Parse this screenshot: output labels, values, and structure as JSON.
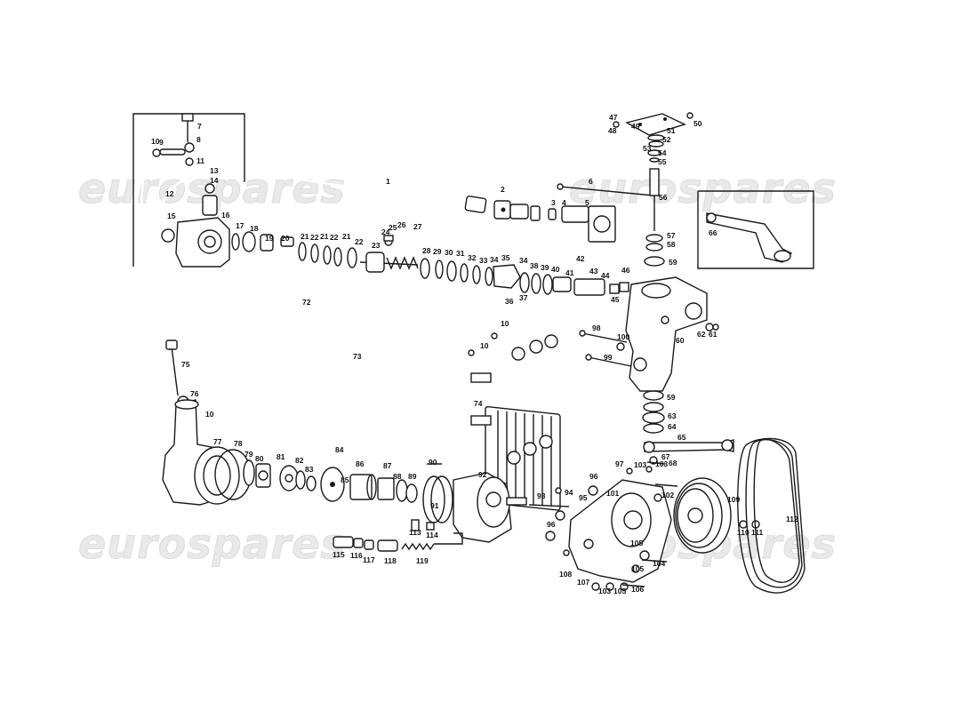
{
  "watermark": {
    "text": "eurospares"
  },
  "part_labels": [
    {
      "n": "1"
    },
    {
      "n": "2"
    },
    {
      "n": "3"
    },
    {
      "n": "4"
    },
    {
      "n": "5"
    },
    {
      "n": "6"
    },
    {
      "n": "7"
    },
    {
      "n": "8"
    },
    {
      "n": "9"
    },
    {
      "n": "10"
    },
    {
      "n": "11"
    },
    {
      "n": "12"
    },
    {
      "n": "13"
    },
    {
      "n": "14"
    },
    {
      "n": "15"
    },
    {
      "n": "16"
    },
    {
      "n": "17"
    },
    {
      "n": "18"
    },
    {
      "n": "19"
    },
    {
      "n": "20"
    },
    {
      "n": "21"
    },
    {
      "n": "22"
    },
    {
      "n": "23"
    },
    {
      "n": "24"
    },
    {
      "n": "25"
    },
    {
      "n": "26"
    },
    {
      "n": "27"
    },
    {
      "n": "28"
    },
    {
      "n": "29"
    },
    {
      "n": "30"
    },
    {
      "n": "31"
    },
    {
      "n": "32"
    },
    {
      "n": "33"
    },
    {
      "n": "34"
    },
    {
      "n": "35"
    },
    {
      "n": "36"
    },
    {
      "n": "37"
    },
    {
      "n": "38"
    },
    {
      "n": "39"
    },
    {
      "n": "40"
    },
    {
      "n": "41"
    },
    {
      "n": "42"
    },
    {
      "n": "43"
    },
    {
      "n": "44"
    },
    {
      "n": "45"
    },
    {
      "n": "46"
    },
    {
      "n": "47"
    },
    {
      "n": "48"
    },
    {
      "n": "49"
    },
    {
      "n": "50"
    },
    {
      "n": "51"
    },
    {
      "n": "52"
    },
    {
      "n": "53"
    },
    {
      "n": "54"
    },
    {
      "n": "55"
    },
    {
      "n": "56"
    },
    {
      "n": "57"
    },
    {
      "n": "58"
    },
    {
      "n": "59"
    },
    {
      "n": "60"
    },
    {
      "n": "61"
    },
    {
      "n": "62"
    },
    {
      "n": "63"
    },
    {
      "n": "64"
    },
    {
      "n": "65"
    },
    {
      "n": "66"
    },
    {
      "n": "67"
    },
    {
      "n": "68"
    },
    {
      "n": "72"
    },
    {
      "n": "73"
    },
    {
      "n": "74"
    },
    {
      "n": "75"
    },
    {
      "n": "76"
    },
    {
      "n": "77"
    },
    {
      "n": "78"
    },
    {
      "n": "79"
    },
    {
      "n": "80"
    },
    {
      "n": "81"
    },
    {
      "n": "82"
    },
    {
      "n": "83"
    },
    {
      "n": "84"
    },
    {
      "n": "85"
    },
    {
      "n": "86"
    },
    {
      "n": "87"
    },
    {
      "n": "88"
    },
    {
      "n": "89"
    },
    {
      "n": "90"
    },
    {
      "n": "91"
    },
    {
      "n": "92"
    },
    {
      "n": "93"
    },
    {
      "n": "94"
    },
    {
      "n": "95"
    },
    {
      "n": "96"
    },
    {
      "n": "97"
    },
    {
      "n": "98"
    },
    {
      "n": "99"
    },
    {
      "n": "100"
    },
    {
      "n": "101"
    },
    {
      "n": "102"
    },
    {
      "n": "103"
    },
    {
      "n": "104"
    },
    {
      "n": "105"
    },
    {
      "n": "106"
    },
    {
      "n": "107"
    },
    {
      "n": "108"
    },
    {
      "n": "109"
    },
    {
      "n": "110"
    },
    {
      "n": "111"
    },
    {
      "n": "112"
    },
    {
      "n": "113"
    },
    {
      "n": "114"
    },
    {
      "n": "115"
    },
    {
      "n": "116"
    },
    {
      "n": "117"
    },
    {
      "n": "118"
    },
    {
      "n": "119"
    },
    {
      "n": "10"
    },
    {
      "n": "10"
    },
    {
      "n": "10"
    },
    {
      "n": "21"
    },
    {
      "n": "22"
    },
    {
      "n": "21"
    },
    {
      "n": "22"
    },
    {
      "n": "34"
    },
    {
      "n": "59"
    },
    {
      "n": "96"
    },
    {
      "n": "103"
    },
    {
      "n": "103"
    },
    {
      "n": "105"
    },
    {
      "n": "105"
    }
  ]
}
